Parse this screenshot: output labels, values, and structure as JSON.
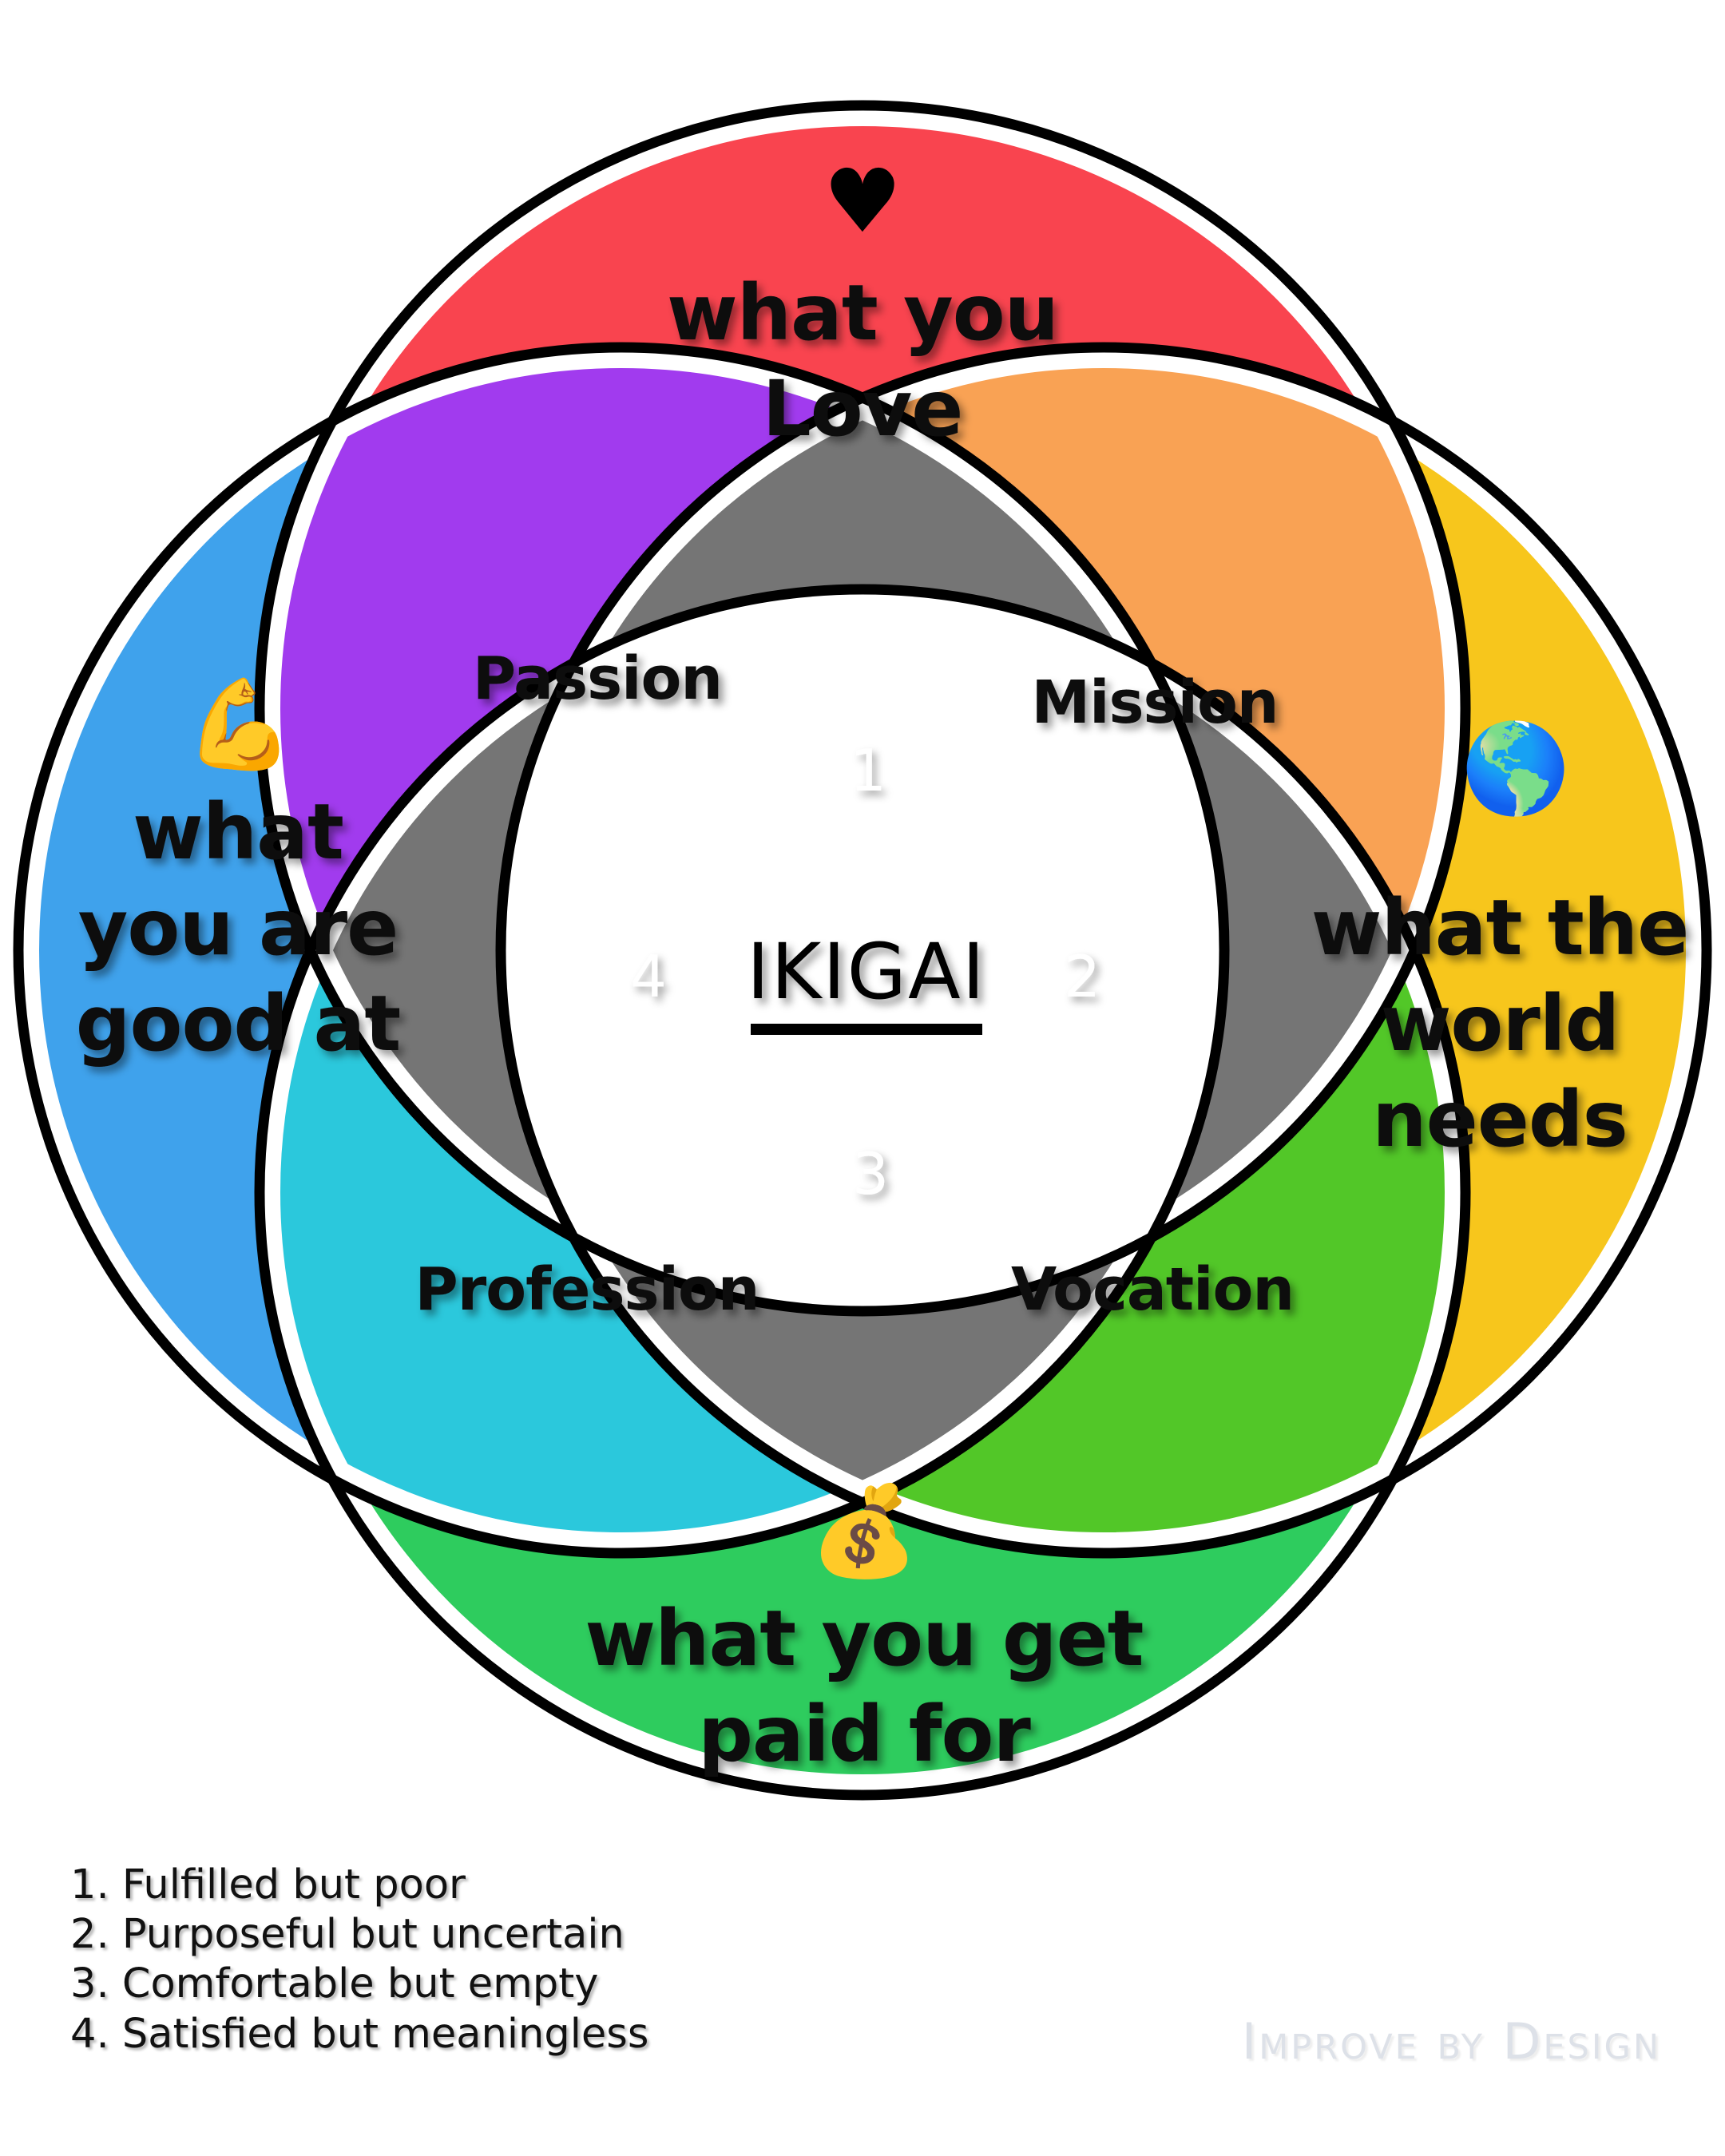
{
  "diagram": {
    "title": "IKIGAI",
    "center_label": "IKIGAI",
    "circles": [
      {
        "id": "love",
        "label_lines": [
          "what you",
          "Love"
        ],
        "icon": "black-heart-emoji",
        "glyph": "♥",
        "color": "#F9444F"
      },
      {
        "id": "good_at",
        "label_lines": [
          "what",
          "you are",
          "good at"
        ],
        "icon": "flexed-biceps-emoji",
        "glyph": "💪",
        "color": "#3FA2EC"
      },
      {
        "id": "needs",
        "label_lines": [
          "what the",
          "world",
          "needs"
        ],
        "icon": "earth-globe-emoji",
        "glyph": "🌎",
        "color": "#F7C61C"
      },
      {
        "id": "paid",
        "label_lines": [
          "what you get",
          "paid for"
        ],
        "icon": "money-bag-emoji",
        "glyph": "💰",
        "color": "#2ECC5E"
      }
    ],
    "overlaps": [
      {
        "id": "passion",
        "label": "Passion",
        "color": "#A13BEE"
      },
      {
        "id": "mission",
        "label": "Mission",
        "color": "#F9A254"
      },
      {
        "id": "profession",
        "label": "Profession",
        "color": "#2BC8DC"
      },
      {
        "id": "vocation",
        "label": "Vocation",
        "color": "#52C728"
      }
    ],
    "triple_regions": [
      {
        "id": "triple-top",
        "number": "1",
        "color": "#757575"
      },
      {
        "id": "triple-right",
        "number": "2",
        "color": "#757575"
      },
      {
        "id": "triple-bottom",
        "number": "3",
        "color": "#757575"
      },
      {
        "id": "triple-left",
        "number": "4",
        "color": "#757575"
      }
    ],
    "footnotes": [
      "1. Fulfilled but poor",
      "2. Purposeful but uncertain",
      "3. Comfortable but empty",
      "4. Satisfied but meaningless"
    ],
    "watermark": "Improve by Design",
    "palette": {
      "outline": "#000000",
      "inner_gap": "#ffffff",
      "background": "#ffffff",
      "center_fill": "#ffffff",
      "number_text": "#ffffff",
      "label_text": "#111111",
      "watermark_text": "#dde1e8"
    }
  }
}
